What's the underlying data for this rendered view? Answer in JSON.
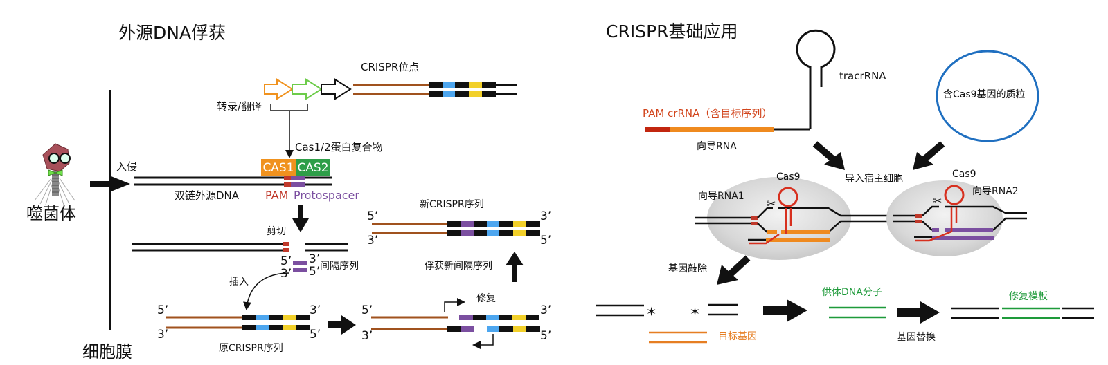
{
  "left_panel": {
    "title": "外源DNA俘获",
    "phage_label": "噬菌体",
    "membrane_label": "细胞膜",
    "invade_label": "入侵",
    "crispr_locus_label": "CRISPR位点",
    "transcribe_label": "转录/翻译",
    "complex_label": "Cas1/2蛋白复合物",
    "cas1_label": "CAS1",
    "cas2_label": "CAS2",
    "foreign_dna_label": "双链外源DNA",
    "pam_label": "PAM",
    "protospacer_label": "Protospacer",
    "cut_label": "剪切",
    "spacer_label": "间隔序列",
    "insert_label": "插入",
    "original_crispr_label": "原CRISPR序列",
    "repair_label": "修复",
    "capture_label": "俘获新间隔序列",
    "new_crispr_label": "新CRISPR序列",
    "prime5": "5’",
    "prime3": "3’"
  },
  "right_panel": {
    "title": "CRISPR基础应用",
    "tracrrna_label": "tracrRNA",
    "crrna_label": "PAM crRNA（含目标序列）",
    "guide_rna_label": "向导RNA",
    "plasmid_label": "含Cas9基因的质粒",
    "import_label": "导入宿主细胞",
    "cas9_label": "Cas9",
    "guide_rna1_label": "向导RNA1",
    "guide_rna2_label": "向导RNA2",
    "knockout_label": "基因敲除",
    "target_gene_label": "目标基因",
    "donor_label": "供体DNA分子",
    "replace_label": "基因替换",
    "template_label": "修复模板"
  },
  "colors": {
    "cas1": "#f0921e",
    "cas2": "#2e9e48",
    "pam": "#c0392b",
    "protospacer": "#7b4fa0",
    "dna_brown": "#a0521e",
    "repeat_blue": "#4da6ef",
    "repeat_yellow": "#f2d02a",
    "crrna_orange": "#ef8a1f",
    "cas9_red": "#d7301f",
    "plasmid_blue": "#1f6fc0",
    "donor_green": "#1e9a3a",
    "target_orange": "#e67e22"
  }
}
